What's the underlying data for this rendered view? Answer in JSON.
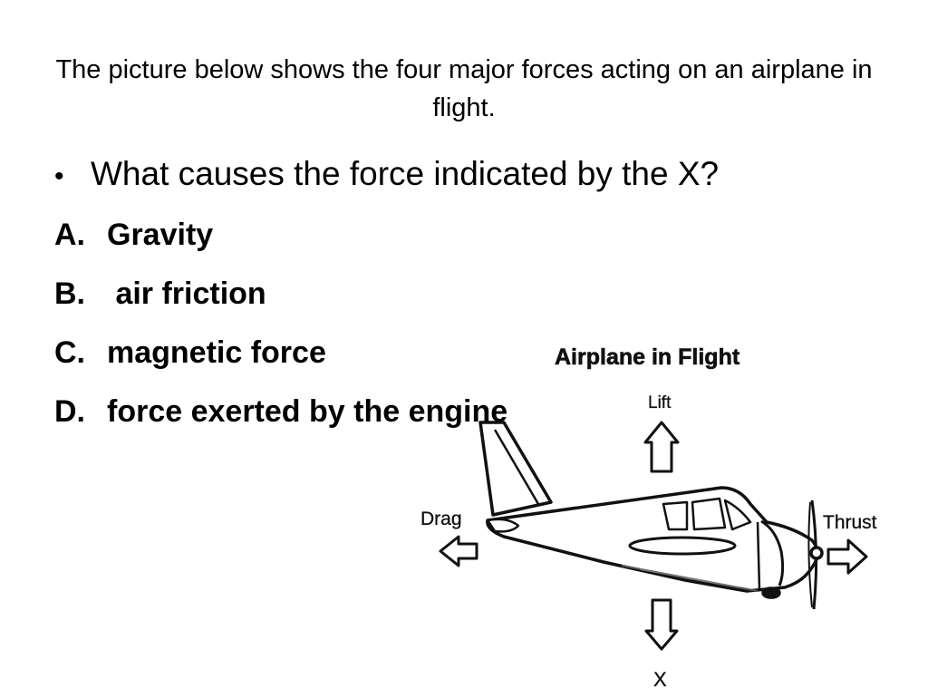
{
  "slide": {
    "title": "The picture below shows the four major forces acting on an airplane in flight."
  },
  "question": {
    "bullet": "•",
    "text": "What causes the force indicated by the X?"
  },
  "options": [
    {
      "letter": "A.",
      "text": "Gravity"
    },
    {
      "letter": "B.",
      "text": " air friction"
    },
    {
      "letter": "C.",
      "text": "magnetic force"
    },
    {
      "letter": "D.",
      "text": "force exerted by the engine"
    }
  ],
  "diagram": {
    "title": "Airplane in Flight",
    "labels": {
      "lift": "Lift",
      "drag": "Drag",
      "thrust": "Thrust",
      "x": "X"
    }
  }
}
